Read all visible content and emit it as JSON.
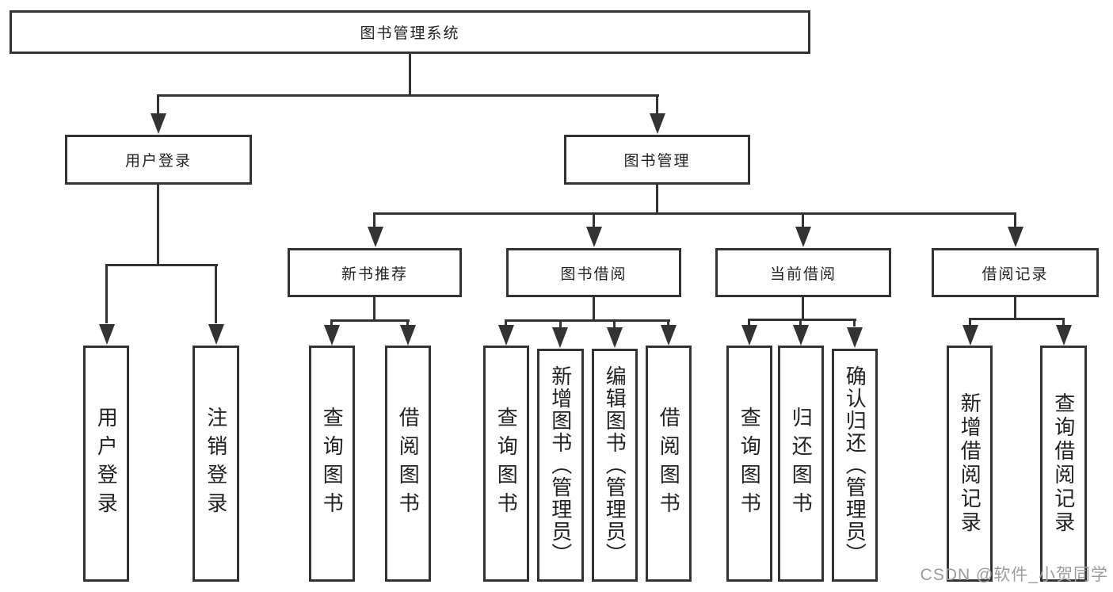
{
  "diagram": {
    "root": {
      "label": "图书管理系统"
    },
    "level2": [
      {
        "label": "用户登录"
      },
      {
        "label": "图书管理"
      }
    ],
    "user_login_children": [
      {
        "label": "用户登录"
      },
      {
        "label": "注销登录"
      }
    ],
    "book_management_children": [
      {
        "label": "新书推荐",
        "children": [
          {
            "label": "查询图书"
          },
          {
            "label": "借阅图书"
          }
        ]
      },
      {
        "label": "图书借阅",
        "children": [
          {
            "label": "查询图书"
          },
          {
            "label": "新增图书（管理员）"
          },
          {
            "label": "编辑图书（管理员）"
          },
          {
            "label": "借阅图书"
          }
        ]
      },
      {
        "label": "当前借阅",
        "children": [
          {
            "label": "查询图书"
          },
          {
            "label": "归还图书"
          },
          {
            "label": "确认归还（管理员）"
          }
        ]
      },
      {
        "label": "借阅记录",
        "children": [
          {
            "label": "新增借阅记录"
          },
          {
            "label": "查询借阅记录"
          }
        ]
      }
    ]
  },
  "watermark": {
    "text": "CSDN @软件_小贺同学"
  },
  "colors": {
    "line": "#333333",
    "box_border": "#333333",
    "background": "#ffffff",
    "watermark": "#9c9c9c"
  }
}
